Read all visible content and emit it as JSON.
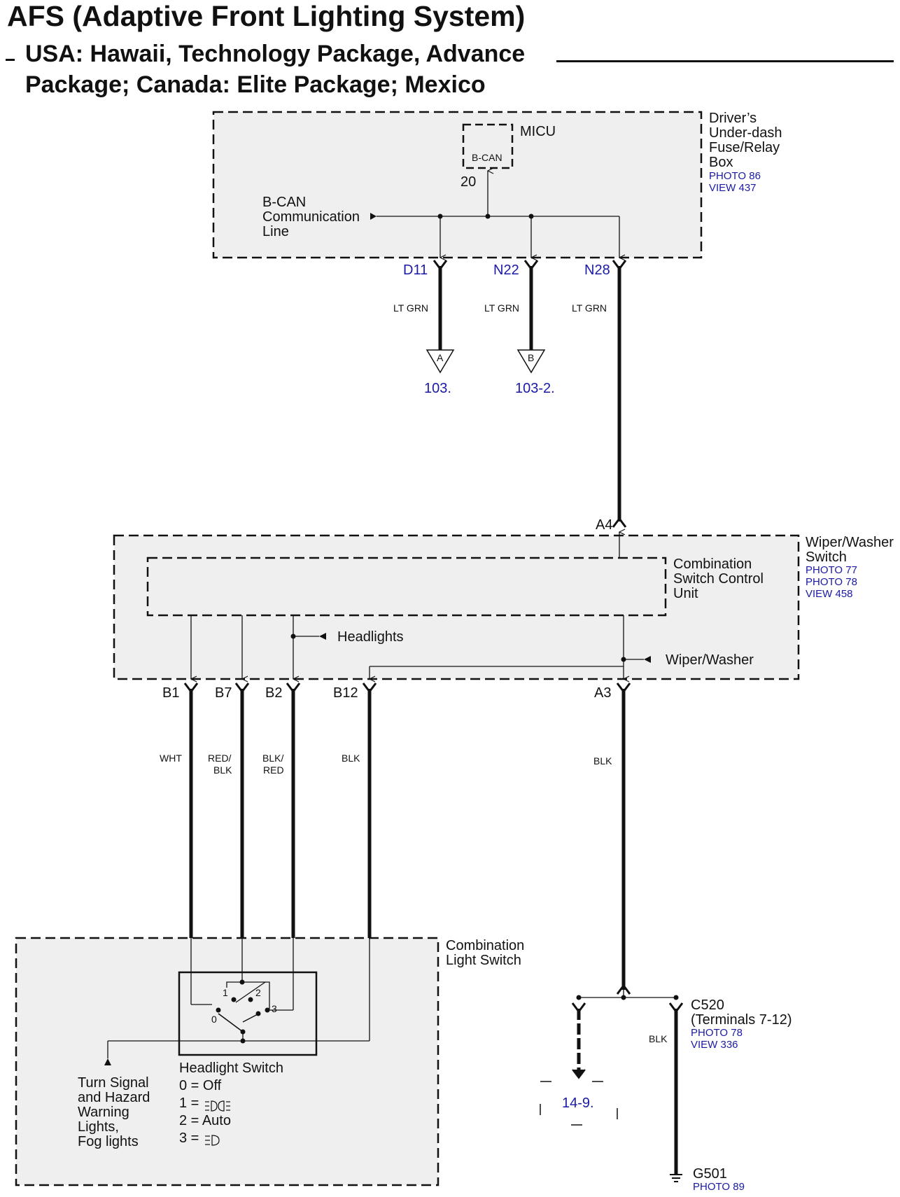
{
  "title": "AFS (Adaptive Front Lighting System)",
  "subtitle_line1": "USA: Hawaii, Technology Package, Advance",
  "subtitle_line2": "Package; Canada: Elite Package; Mexico",
  "colors": {
    "link": "#1a1aa6",
    "box_fill": "#efefef",
    "wire": "#111111"
  },
  "fuse_box": {
    "name_lines": [
      "Driver’s",
      "Under-dash",
      "Fuse/Relay",
      "Box"
    ],
    "photo": "PHOTO 86",
    "view": "VIEW 437",
    "micu_label": "MICU",
    "micu_inner": "B-CAN",
    "micu_pin": "20",
    "bcan_lines": [
      "B-CAN",
      "Communication",
      "Line"
    ]
  },
  "pins_top": [
    "D11",
    "N22",
    "N28"
  ],
  "wire_colors_top": [
    "LT GRN",
    "LT GRN",
    "LT GRN"
  ],
  "connectors_top": [
    {
      "letter": "A",
      "ref": "103."
    },
    {
      "letter": "B",
      "ref": "103-2."
    }
  ],
  "wiper_switch": {
    "name_lines": [
      "Wiper/Washer",
      "Switch"
    ],
    "photos": [
      "PHOTO 77",
      "PHOTO 78"
    ],
    "view": "VIEW 458",
    "pin_in": "A4",
    "control_unit_lines": [
      "Combination",
      "Switch Control",
      "Unit"
    ],
    "headlights_label": "Headlights",
    "wiper_label": "Wiper/Washer",
    "pins_bottom": [
      "B1",
      "B7",
      "B2",
      "B12",
      "A3"
    ]
  },
  "wire_colors_mid": [
    [
      "WHT"
    ],
    [
      "RED/",
      "BLK"
    ],
    [
      "BLK/",
      "RED"
    ],
    [
      "BLK"
    ],
    [
      "BLK"
    ]
  ],
  "light_switch": {
    "name_lines": [
      "Combination",
      "Light Switch"
    ],
    "switch_title": "Headlight Switch",
    "positions": [
      "1",
      "2",
      "3",
      "0"
    ],
    "legend": [
      "0 = Off",
      "1 = ",
      "2 = Auto",
      "3 = "
    ],
    "turn_signal_lines": [
      "Turn Signal",
      "and Hazard",
      "Warning",
      "Lights,",
      "Fog lights"
    ]
  },
  "ground": {
    "c520": "C520",
    "c520_terminals": "(Terminals 7-12)",
    "c520_photo": "PHOTO 78",
    "c520_view": "VIEW 336",
    "wire_color": "BLK",
    "ref_box": "14-9.",
    "g501": "G501",
    "g501_photo": "PHOTO 89"
  }
}
